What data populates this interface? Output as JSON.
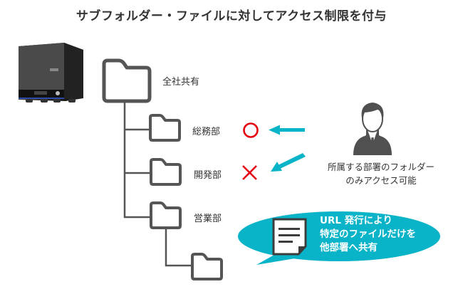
{
  "title": "サブフォルダー・ファイルに対してアクセス制限を付与",
  "device": {
    "icon": "nas-server-icon"
  },
  "tree": {
    "root": {
      "label": "全社共有",
      "icon": "folder-icon"
    },
    "children": [
      {
        "label": "総務部",
        "icon": "folder-icon",
        "access": "allowed",
        "access_icon": "circle-ok-icon"
      },
      {
        "label": "開発部",
        "icon": "folder-icon",
        "access": "denied",
        "access_icon": "cross-denied-icon"
      },
      {
        "label": "営業部",
        "icon": "folder-icon",
        "subfolders": [
          {
            "label": "",
            "icon": "folder-icon"
          }
        ]
      }
    ]
  },
  "user": {
    "icon": "person-icon",
    "caption_lines": [
      "所属する部署のフォルダー",
      "のみアクセス可能"
    ]
  },
  "bubble": {
    "icon": "document-icon",
    "lines": [
      "URL 発行により",
      "特定のファイルだけを",
      "他部署へ共有"
    ]
  },
  "colors": {
    "folder_stroke": "#555555",
    "accent_cyan": "#0AB4C8",
    "ok_red": "#E60012",
    "deny_red": "#E60012",
    "person": "#505050",
    "text": "#333333"
  }
}
